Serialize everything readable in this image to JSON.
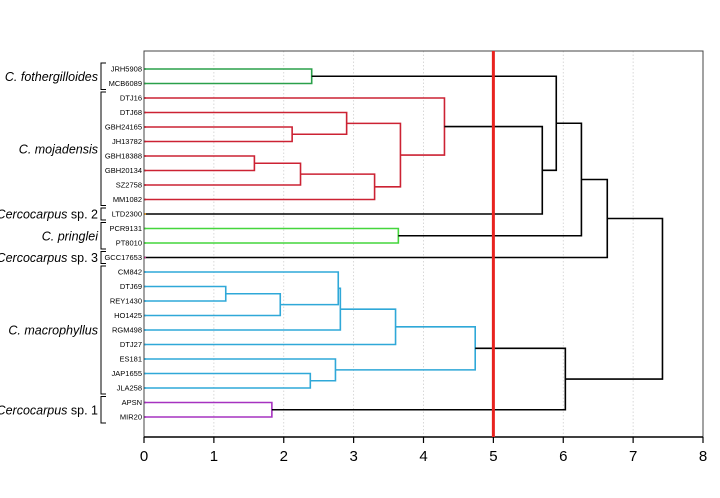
{
  "chart_data": {
    "type": "dendrogram",
    "x_ticks": [
      "0",
      "1",
      "2",
      "3",
      "4",
      "5",
      "6",
      "7",
      "8"
    ],
    "xlim": [
      0,
      8
    ],
    "grid": "vertical dotted",
    "cutoff": 5,
    "cutoff_color": "#e8231f",
    "leaves": [
      "JRH5908",
      "MCB6089",
      "DTJ16",
      "DTJ68",
      "GBH24165",
      "JH13782",
      "GBH18388",
      "GBH20134",
      "SZ2758",
      "MM1082",
      "LTD2300",
      "PCR9131",
      "PT8010",
      "GCC17653",
      "CM842",
      "DTJ69",
      "REY1430",
      "HO1425",
      "RGM498",
      "DTJ27",
      "ES181",
      "JAP1655",
      "JLA258",
      "APSN",
      "MIR20"
    ],
    "groups": [
      {
        "name_italic": "C. fothergilloides",
        "name_plain": "",
        "color": "#2aa04a",
        "leaves": [
          "JRH5908",
          "MCB6089"
        ]
      },
      {
        "name_italic": "C. mojadensis",
        "name_plain": "",
        "color": "#cc2233",
        "leaves": [
          "DTJ16",
          "DTJ68",
          "GBH24165",
          "JH13782",
          "GBH18388",
          "GBH20134",
          "SZ2758",
          "MM1082"
        ]
      },
      {
        "name_italic": "Cercocarpus",
        "name_plain": " sp. 2",
        "color": "#f0a020",
        "leaves": [
          "LTD2300"
        ]
      },
      {
        "name_italic": "C. pringlei",
        "name_plain": "",
        "color": "#44d63c",
        "leaves": [
          "PCR9131",
          "PT8010"
        ]
      },
      {
        "name_italic": "Cercocarpus",
        "name_plain": " sp. 3",
        "color": "#c3338a",
        "leaves": [
          "GCC17653"
        ]
      },
      {
        "name_italic": "C. macrophyllus",
        "name_plain": "",
        "color": "#2fa8d8",
        "leaves": [
          "CM842",
          "DTJ69",
          "REY1430",
          "HO1425",
          "RGM498",
          "DTJ27",
          "ES181",
          "JAP1655",
          "JLA258"
        ]
      },
      {
        "name_italic": "Cercocarpus",
        "name_plain": " sp. 1",
        "color": "#a632c0",
        "leaves": [
          "APSN",
          "MIR20"
        ]
      }
    ],
    "merges": [
      {
        "id": "m_fo",
        "a": "JRH5908",
        "b": "MCB6089",
        "h": 2.4,
        "color": "#2aa04a"
      },
      {
        "id": "m_mo1",
        "a": "GBH24165",
        "b": "JH13782",
        "h": 2.12,
        "color": "#cc2233"
      },
      {
        "id": "m_mo2",
        "a": "DTJ68",
        "b": "m_mo1",
        "h": 2.9,
        "color": "#cc2233"
      },
      {
        "id": "m_mo3",
        "a": "GBH18388",
        "b": "GBH20134",
        "h": 1.58,
        "color": "#cc2233"
      },
      {
        "id": "m_mo4",
        "a": "m_mo3",
        "b": "SZ2758",
        "h": 2.24,
        "color": "#cc2233"
      },
      {
        "id": "m_mo5",
        "a": "m_mo4",
        "b": "MM1082",
        "h": 3.3,
        "color": "#cc2233"
      },
      {
        "id": "m_mo6",
        "a": "m_mo2",
        "b": "m_mo5",
        "h": 3.67,
        "color": "#cc2233"
      },
      {
        "id": "m_mo",
        "a": "DTJ16",
        "b": "m_mo6",
        "h": 4.3,
        "color": "#cc2233"
      },
      {
        "id": "m_pr",
        "a": "PCR9131",
        "b": "PT8010",
        "h": 3.64,
        "color": "#44d63c"
      },
      {
        "id": "m_ma1",
        "a": "DTJ69",
        "b": "REY1430",
        "h": 1.17,
        "color": "#2fa8d8"
      },
      {
        "id": "m_ma2",
        "a": "m_ma1",
        "b": "HO1425",
        "h": 1.95,
        "color": "#2fa8d8"
      },
      {
        "id": "m_ma3",
        "a": "CM842",
        "b": "m_ma2",
        "h": 2.78,
        "color": "#2fa8d8"
      },
      {
        "id": "m_ma4",
        "a": "m_ma3",
        "b": "RGM498",
        "h": 2.81,
        "color": "#2fa8d8"
      },
      {
        "id": "m_ma5",
        "a": "m_ma4",
        "b": "DTJ27",
        "h": 3.6,
        "color": "#2fa8d8"
      },
      {
        "id": "m_ma6",
        "a": "JAP1655",
        "b": "JLA258",
        "h": 2.38,
        "color": "#2fa8d8"
      },
      {
        "id": "m_ma7",
        "a": "ES181",
        "b": "m_ma6",
        "h": 2.74,
        "color": "#2fa8d8"
      },
      {
        "id": "m_ma",
        "a": "m_ma5",
        "b": "m_ma7",
        "h": 4.74,
        "color": "#2fa8d8"
      },
      {
        "id": "m_s1",
        "a": "APSN",
        "b": "MIR20",
        "h": 1.83,
        "color": "#a632c0"
      },
      {
        "id": "m_k1",
        "a": "m_mo",
        "b": "LTD2300",
        "h": 5.7,
        "color": "#000000"
      },
      {
        "id": "m_k2",
        "a": "m_fo",
        "b": "m_k1",
        "h": 5.9,
        "color": "#000000"
      },
      {
        "id": "m_k3",
        "a": "m_k2",
        "b": "m_pr",
        "h": 6.26,
        "color": "#000000"
      },
      {
        "id": "m_k4",
        "a": "m_k3",
        "b": "GCC17653",
        "h": 6.63,
        "color": "#000000"
      },
      {
        "id": "m_k5",
        "a": "m_ma",
        "b": "m_s1",
        "h": 6.03,
        "color": "#000000"
      },
      {
        "id": "m_root",
        "a": "m_k4",
        "b": "m_k5",
        "h": 7.42,
        "color": "#000000"
      }
    ]
  }
}
